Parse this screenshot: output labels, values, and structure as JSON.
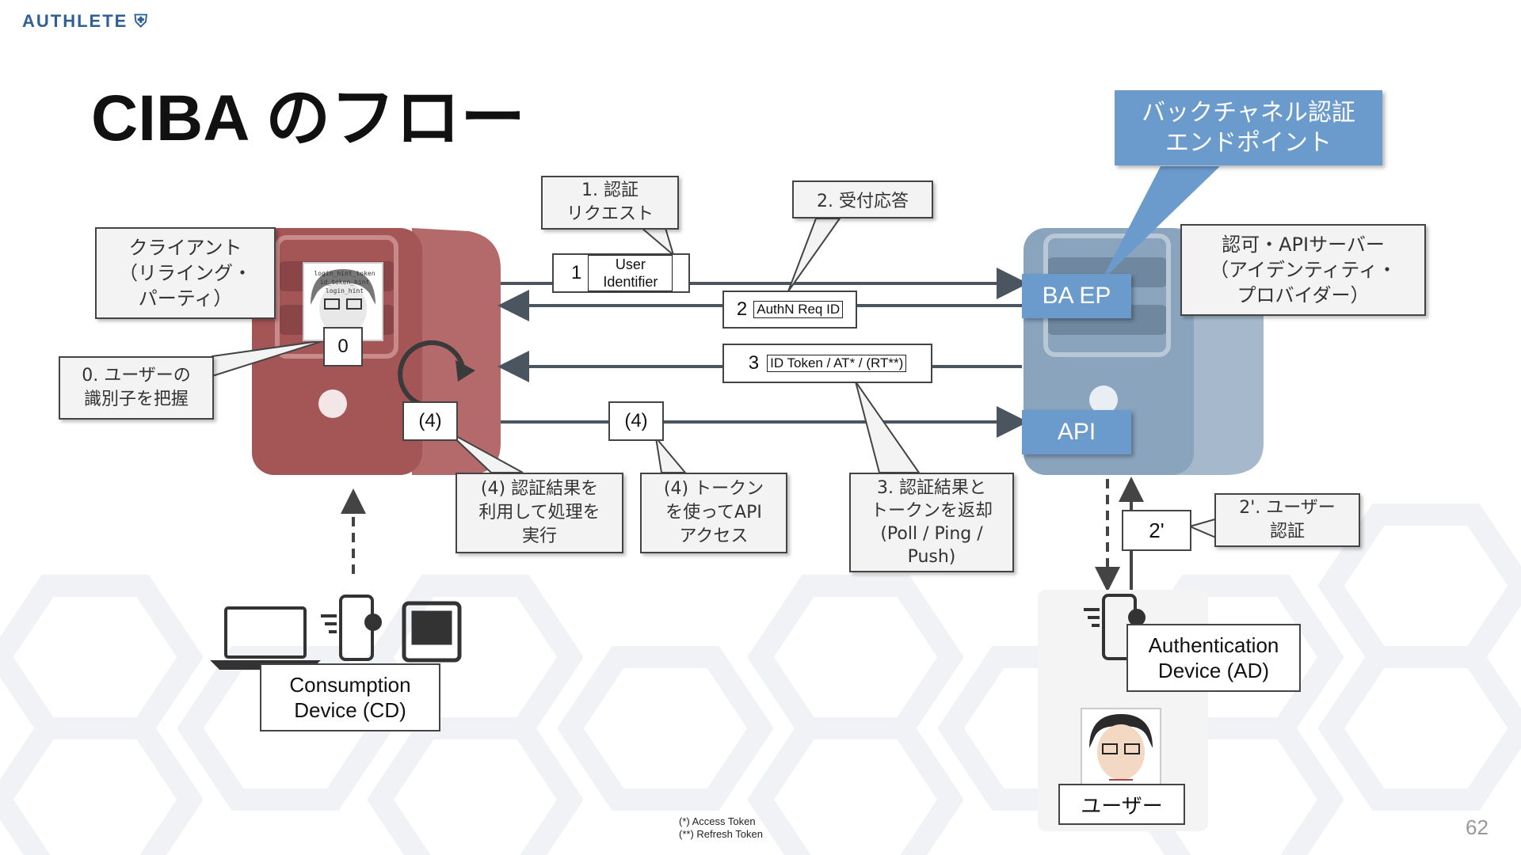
{
  "brand": "AUTHLETE",
  "title": "CIBA のフロー",
  "page_number": "62",
  "footnotes": [
    "(*) Access Token",
    "(**) Refresh Token"
  ],
  "callouts": {
    "backchannel": "バックチャネル認証\nエンドポイント",
    "client": "クライアント\n（リライング・\nパーティ）",
    "server": "認可・APIサーバー\n（アイデンティティ・\nプロバイダー）",
    "step1": "1. 認証\nリクエスト",
    "step2": "2. 受付応答",
    "step0": "0. ユーザーの\n識別子を把握",
    "step4a": "(4) 認証結果を\n利用して処理を\n実行",
    "step4b": "(4) トークン\nを使ってAPI\nアクセス",
    "step3": "3. 認証結果と\nトークンを返却\n(Poll / Ping /\nPush)",
    "step2p": "2'. ユーザー\n認証"
  },
  "arrows": {
    "a1_num": "1",
    "a1_label": "User\nIdentifier",
    "a2_num": "2",
    "a2_label": "AuthN Req ID",
    "a3_num": "3",
    "a3_label": "ID Token / AT* / (RT**)",
    "a4_label": "(4)"
  },
  "client_box": {
    "zero": "0",
    "four": "(4)",
    "hint_lines": [
      "login_hint_token",
      "id_token_hint",
      "login_hint"
    ]
  },
  "server_box": {
    "ba_ep": "BA EP",
    "api": "API"
  },
  "devices": {
    "cd": "Consumption\nDevice (CD)",
    "ad": "Authentication\nDevice (AD)",
    "two_prime": "2'",
    "user": "ユーザー"
  },
  "colors": {
    "client": "#a45556",
    "server": "#8aa4be",
    "accent_blue": "#6b9bcc",
    "arrow": "#4a5560"
  }
}
